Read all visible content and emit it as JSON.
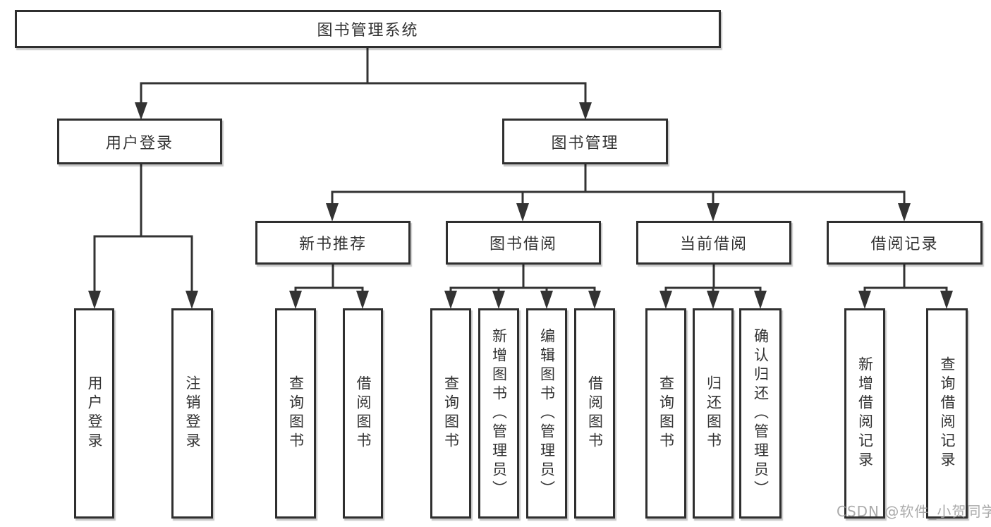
{
  "diagram": {
    "type": "hierarchy-structure-chart",
    "colors": {
      "line": "#333333",
      "node_border": "#2f2f2f",
      "node_background": "#ffffff",
      "text": "#333333",
      "watermark": "#9e9e9e",
      "page_background": "#ffffff"
    }
  },
  "tree": {
    "label": "图书管理系统",
    "children": [
      {
        "label": "用户登录",
        "children": [
          {
            "label": "用户登录"
          },
          {
            "label": "注销登录"
          }
        ]
      },
      {
        "label": "图书管理",
        "children": [
          {
            "label": "新书推荐",
            "children": [
              {
                "label": "查询图书"
              },
              {
                "label": "借阅图书"
              }
            ]
          },
          {
            "label": "图书借阅",
            "children": [
              {
                "label": "查询图书"
              },
              {
                "label": "新增图书（管理员）"
              },
              {
                "label": "编辑图书（管理员）"
              },
              {
                "label": "借阅图书"
              }
            ]
          },
          {
            "label": "当前借阅",
            "children": [
              {
                "label": "查询图书"
              },
              {
                "label": "归还图书"
              },
              {
                "label": "确认归还（管理员）"
              }
            ]
          },
          {
            "label": "借阅记录",
            "children": [
              {
                "label": "新增借阅记录"
              },
              {
                "label": "查询借阅记录"
              }
            ]
          }
        ]
      }
    ]
  },
  "watermark": {
    "text": "CSDN @软件_小贺同学"
  }
}
